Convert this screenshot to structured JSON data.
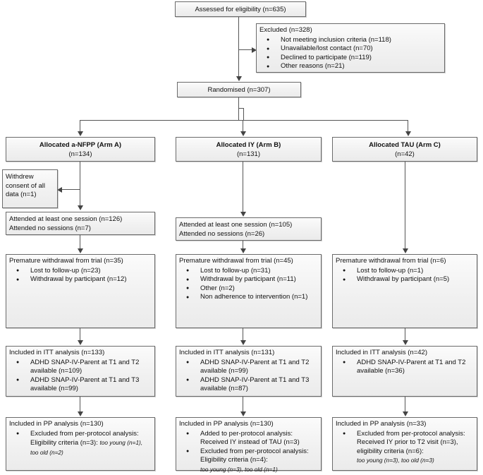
{
  "diagram": {
    "title": "CONSORT participant flow diagram",
    "colors": {
      "box_border": "#6b6b6b",
      "box_fill": "#f1f1f1",
      "connector": "#555555",
      "text": "#111111"
    },
    "nodes": {
      "assessed": {
        "label": "Assessed for eligibility (n=635)"
      },
      "excluded": {
        "header": "Excluded (n=328)",
        "items": [
          "Not meeting inclusion criteria (n=118)",
          "Unavailable/lost contact (n=70)",
          "Declined to participate (n=119)",
          "Other reasons (n=21)"
        ]
      },
      "randomised": {
        "label": "Randomised (n=307)"
      },
      "withdrew_consent": {
        "label": "Withdrew consent of all data (n=1)"
      },
      "allocated_a": {
        "line1": "Allocated a-NFPP (Arm A)",
        "line2": "(n=134)"
      },
      "allocated_b": {
        "line1": "Allocated IY (Arm B)",
        "line2": "(n=131)"
      },
      "allocated_c": {
        "line1": "Allocated TAU (Arm C)",
        "line2": "(n=42)"
      },
      "attended_a": {
        "line1": "Attended at least one session (n=126)",
        "line2": "Attended no sessions (n=7)"
      },
      "attended_b": {
        "line1": "Attended at least one session (n=105)",
        "line2": "Attended no sessions (n=26)"
      },
      "withdrawal_a": {
        "header": "Premature withdrawal from trial (n=35)",
        "items": [
          "Lost to follow-up (n=23)",
          "Withdrawal by participant (n=12)"
        ]
      },
      "withdrawal_b": {
        "header": "Premature withdrawal from trial (n=45)",
        "items": [
          "Lost to follow-up (n=31)",
          "Withdrawal by participant (n=11)",
          "Other (n=2)",
          "Non adherence to intervention (n=1)"
        ]
      },
      "withdrawal_c": {
        "header": "Premature withdrawal from trial (n=6)",
        "items": [
          "Lost to follow-up (n=1)",
          "Withdrawal by participant (n=5)"
        ]
      },
      "itt_a": {
        "header": "Included in ITT analysis (n=133)",
        "items": [
          "ADHD SNAP-IV-Parent at T1 and T2 available (n=109)",
          "ADHD SNAP-IV-Parent at T1 and T3 available (n=99)"
        ]
      },
      "itt_b": {
        "header": "Included in ITT analysis (n=131)",
        "items": [
          "ADHD SNAP-IV-Parent at T1 and T2 available (n=99)",
          "ADHD SNAP-IV-Parent at T1 and T3 available (n=87)"
        ]
      },
      "itt_c": {
        "header": "Included in ITT analysis (n=42)",
        "items": [
          "ADHD SNAP-IV-Parent at T1 and T2 available (n=36)"
        ]
      },
      "pp_a": {
        "header": "Included in PP analysis (n=130)",
        "item1_main": "Excluded from per-protocol analysis: Eligibility criteria (n=3): ",
        "item1_italic": "too young (n=1), too old (n=2)"
      },
      "pp_b": {
        "header": "Included in PP analysis (n=130)",
        "item1_main": "Added to per-protocol analysis: Received IY instead of TAU (n=3)",
        "item2_main": "Excluded from per-protocol analysis: Eligibility criteria (n=4):",
        "item2_italic": "too young (n=3), too old (n=1)"
      },
      "pp_c": {
        "header": "Included in PP analysis (n=33)",
        "item1_main": "Excluded from per-protocol analysis: Received IY prior to T2 visit (n=3), eligibility criteria (n=6):",
        "item1_italic": "too young (n=3), too old (n=3)"
      }
    }
  }
}
